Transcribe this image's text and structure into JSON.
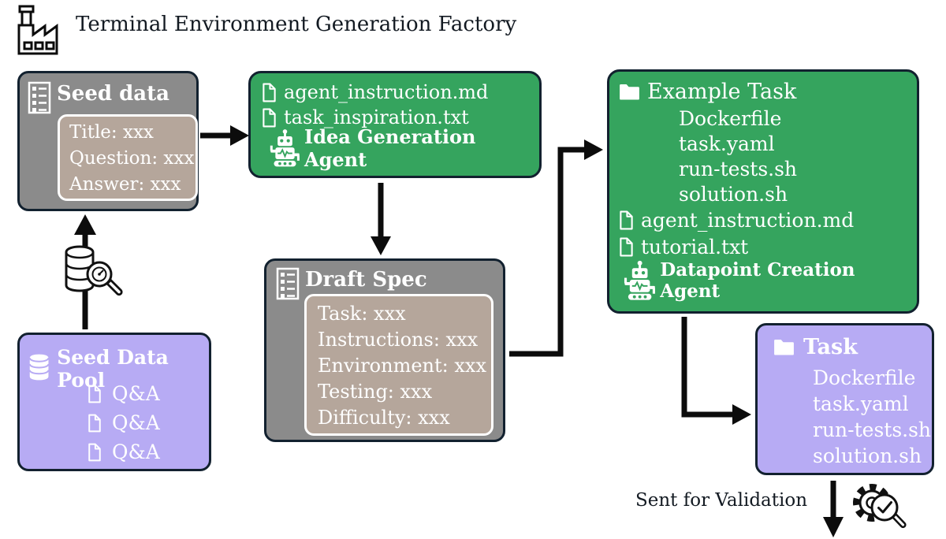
{
  "title": "Terminal Environment Generation Factory",
  "colors": {
    "box_green": "#35a45e",
    "box_gray": "#8b8b8b",
    "box_purple": "#b7abf4",
    "inner_tan": "#b5a69b",
    "outline_navy": "#12212f",
    "arrow_black": "#0c0c0c",
    "text_white": "#ffffff"
  },
  "seed_data": {
    "heading": "Seed data",
    "fields": [
      "Title: xxx",
      "Question: xxx",
      "Answer: xxx"
    ]
  },
  "idea_agent": {
    "files": [
      "agent_instruction.md",
      "task_inspiration.txt"
    ],
    "agent_label": "Idea Generation Agent"
  },
  "draft_spec": {
    "heading": "Draft Spec",
    "fields": [
      "Task: xxx",
      "Instructions: xxx",
      "Environment: xxx",
      "Testing: xxx",
      "Difficulty: xxx"
    ]
  },
  "example_task": {
    "folder_label": "Example Task",
    "folder_files": [
      "Dockerfile",
      "task.yaml",
      "run-tests.sh",
      "solution.sh"
    ],
    "extra_files": [
      "agent_instruction.md",
      "tutorial.txt"
    ],
    "agent_label": "Datapoint Creation Agent"
  },
  "task_output": {
    "folder_label": "Task",
    "files": [
      "Dockerfile",
      "task.yaml",
      "run-tests.sh",
      "solution.sh"
    ]
  },
  "seed_pool": {
    "heading": "Seed Data Pool",
    "items": [
      "Q&A",
      "Q&A",
      "Q&A"
    ]
  },
  "validation": {
    "label": "Sent for Validation"
  }
}
